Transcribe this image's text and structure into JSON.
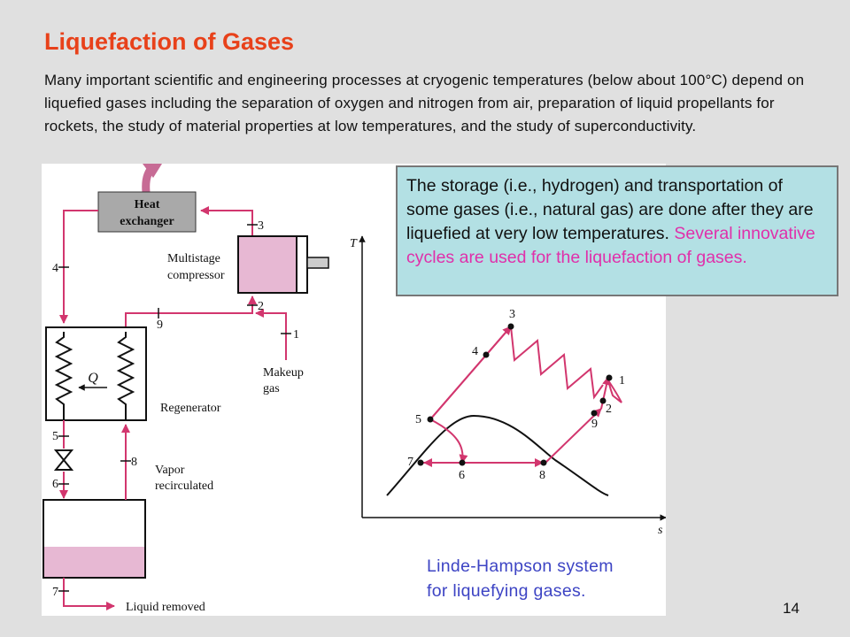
{
  "slide": {
    "title": "Liquefaction of Gases",
    "intro": "Many important scientific and engineering processes at cryogenic temperatures (below about 100°C) depend on liquefied gases including the separation of oxygen and nitrogen from air, preparation of liquid propellants for rockets, the study of material properties at low temperatures, and the study of superconductivity.",
    "info_box": {
      "text": "The storage (i.e., hydrogen) and transportation of some gases (i.e., natural gas) are done after they are liquefied at very low temperatures. ",
      "highlight": "Several innovative cycles are used for the liquefaction of gases."
    },
    "caption_line1": "Linde-Hampson system",
    "caption_line2": "for liquefying gases.",
    "page_number": "14"
  },
  "schematic": {
    "heat_exchanger_line1": "Heat",
    "heat_exchanger_line2": "exchanger",
    "compressor_line1": "Multistage",
    "compressor_line2": "compressor",
    "makeup_line1": "Makeup",
    "makeup_line2": "gas",
    "regenerator": "Regenerator",
    "heat_symbol": "Q",
    "vapor_line1": "Vapor",
    "vapor_line2": "recirculated",
    "liquid_removed": "Liquid removed",
    "state_labels": [
      "1",
      "2",
      "3",
      "4",
      "5",
      "6",
      "7",
      "8",
      "9"
    ]
  },
  "ts_diagram": {
    "x_axis_label": "s",
    "y_axis_label": "T",
    "state_labels": [
      "1",
      "2",
      "3",
      "4",
      "5",
      "6",
      "7",
      "8",
      "9"
    ]
  },
  "colors": {
    "title": "#e8411a",
    "flow_lines": "#d2366e",
    "caption": "#3d44c4",
    "info_box_bg": "#b3e0e4",
    "info_highlight": "#e02faa",
    "liquid": "#e7b8d3",
    "heat_exchanger_box": "#a9a9a9",
    "exhaust_arrow": "#c76b95"
  }
}
